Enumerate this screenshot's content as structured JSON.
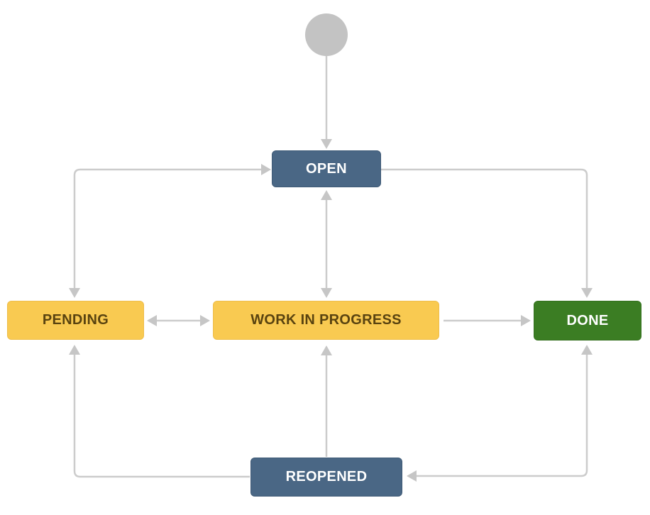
{
  "diagram": {
    "type": "workflow",
    "background": "#ffffff",
    "connector_color": "#cccccc",
    "arrowhead_color": "#c6c6c6",
    "start_node": {
      "name": "start",
      "color": "#c3c3c3"
    },
    "nodes": [
      {
        "id": "open",
        "label": "OPEN",
        "bg": "#4a6785",
        "text_color": "#ffffff",
        "border": "#3f5a76"
      },
      {
        "id": "pending",
        "label": "PENDING",
        "bg": "#f9ca51",
        "text_color": "#594310",
        "border": "#eebd4a"
      },
      {
        "id": "work_in_progress",
        "label": "WORK IN PROGRESS",
        "bg": "#f9ca51",
        "text_color": "#594310",
        "border": "#eebd4a"
      },
      {
        "id": "done",
        "label": "DONE",
        "bg": "#3b7d23",
        "text_color": "#ffffff",
        "border": "#35711f"
      },
      {
        "id": "reopened",
        "label": "REOPENED",
        "bg": "#4a6785",
        "text_color": "#ffffff",
        "border": "#3f5a76"
      }
    ],
    "transitions": [
      {
        "from": "start",
        "to": "open",
        "bidirectional": false
      },
      {
        "from": "open",
        "to": "pending",
        "bidirectional": true
      },
      {
        "from": "open",
        "to": "work_in_progress",
        "bidirectional": true
      },
      {
        "from": "open",
        "to": "done",
        "bidirectional": false
      },
      {
        "from": "pending",
        "to": "work_in_progress",
        "bidirectional": true
      },
      {
        "from": "work_in_progress",
        "to": "done",
        "bidirectional": false
      },
      {
        "from": "reopened",
        "to": "work_in_progress",
        "bidirectional": false
      },
      {
        "from": "reopened",
        "to": "pending",
        "bidirectional": false
      },
      {
        "from": "done",
        "to": "reopened",
        "bidirectional": true
      }
    ]
  }
}
